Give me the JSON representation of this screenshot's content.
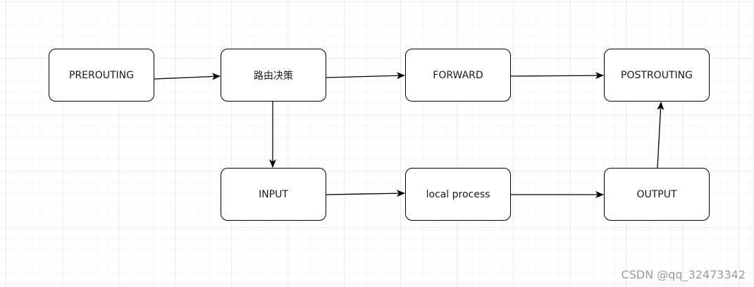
{
  "nodes": {
    "prerouting": "PREROUTING",
    "routing_decision": "路由决策",
    "forward": "FORWARD",
    "postrouting": "POSTROUTING",
    "input": "INPUT",
    "local_process": "local process",
    "output": "OUTPUT"
  },
  "edges": [
    {
      "from": "prerouting",
      "to": "routing_decision"
    },
    {
      "from": "routing_decision",
      "to": "forward"
    },
    {
      "from": "forward",
      "to": "postrouting"
    },
    {
      "from": "routing_decision",
      "to": "input"
    },
    {
      "from": "input",
      "to": "local_process"
    },
    {
      "from": "local_process",
      "to": "output"
    },
    {
      "from": "output",
      "to": "postrouting"
    }
  ],
  "watermark": "CSDN @qq_32473342",
  "colors": {
    "stroke": "#000000",
    "node_fill": "#ffffff",
    "grid": "#ececec"
  }
}
